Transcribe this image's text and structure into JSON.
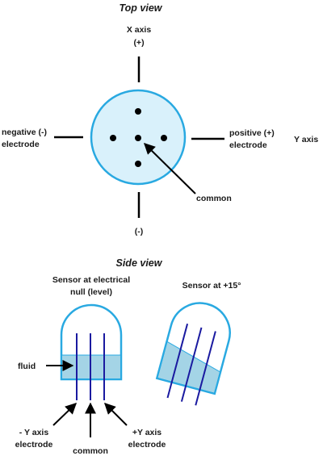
{
  "top_view": {
    "title": "Top view",
    "x_axis": [
      "X axis",
      "(+)"
    ],
    "negative": [
      "negative (-)",
      "electrode"
    ],
    "positive": [
      "positive (+)",
      "electrode"
    ],
    "y_axis": "Y axis",
    "common": "common",
    "bottom": "(-)"
  },
  "side_view": {
    "title": "Side view",
    "level_caption": [
      "Sensor at electrical",
      "null (level)"
    ],
    "tilt_caption": "Sensor at +15°",
    "fluid": "fluid",
    "minus_y": [
      "- Y axis",
      "electrode"
    ],
    "common": "common",
    "plus_y": [
      "+Y axis",
      "electrode"
    ]
  },
  "colors": {
    "sensor_outline": "#29a9e1",
    "sensor_fill": "#d9f1fb",
    "fluid_fill": "#a4d4e6",
    "electrode": "#1a1aa0",
    "ink": "#000000"
  }
}
